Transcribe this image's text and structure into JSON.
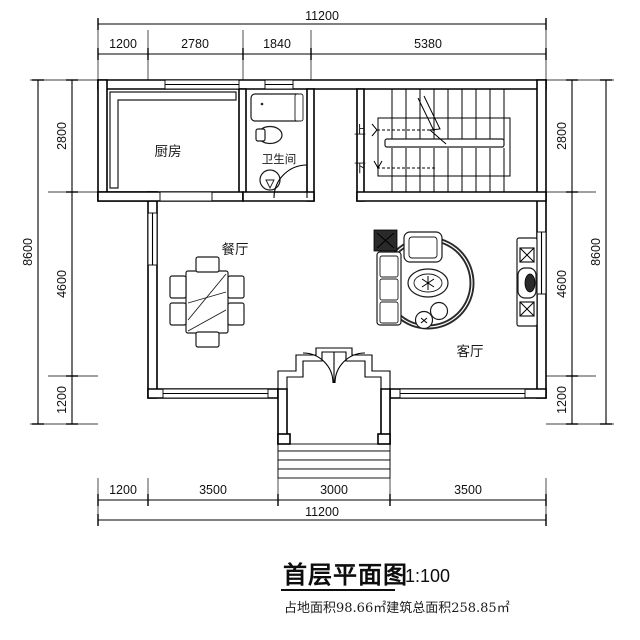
{
  "drawing": {
    "title": "首层平面图",
    "scale": "1:100",
    "subtitle": "占地面积98.66㎡建筑总面积258.85㎡"
  },
  "dimensions": {
    "top_overall": "11200",
    "top_segments": [
      "1200",
      "2780",
      "1840",
      "5380"
    ],
    "bottom_overall": "11200",
    "bottom_segments": [
      "1200",
      "3500",
      "3000",
      "3500"
    ],
    "left_overall": "8600",
    "left_segments": [
      "2800",
      "4600",
      "1200"
    ],
    "right_overall": "8600",
    "right_segments": [
      "2800",
      "4600",
      "1200"
    ]
  },
  "rooms": [
    {
      "key": "kitchen",
      "label": "厨房"
    },
    {
      "key": "bathroom",
      "label": "卫生间"
    },
    {
      "key": "dining",
      "label": "餐厅"
    },
    {
      "key": "living",
      "label": "客厅"
    }
  ],
  "stairs": {
    "up_label": "上",
    "down_label": "下"
  },
  "colors": {
    "ink": "#000000",
    "paper": "#ffffff",
    "furniture_stroke": "#1a1a1a"
  }
}
